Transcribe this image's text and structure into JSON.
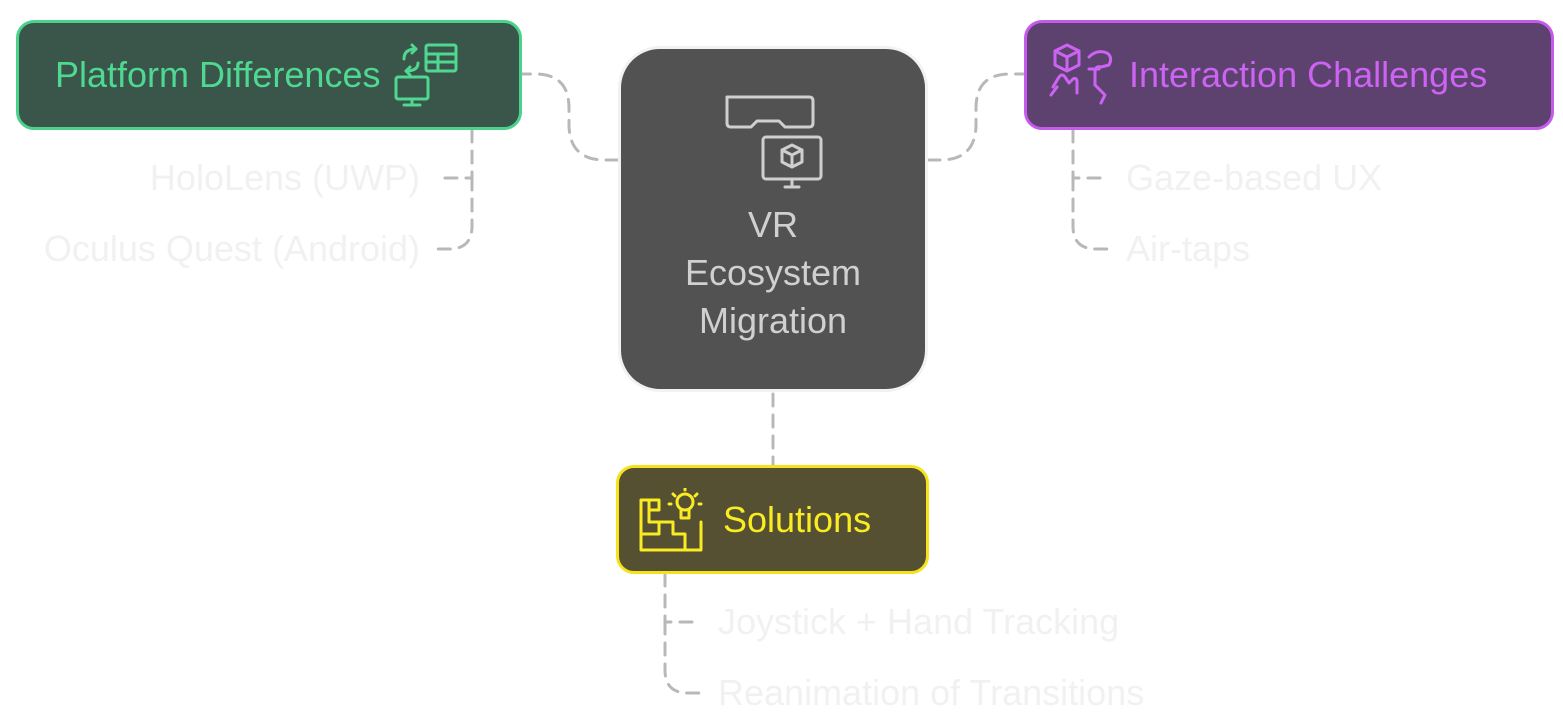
{
  "center": {
    "title": "VR\nEcosystem\nMigration",
    "icon": "vr-headset-screen-icon"
  },
  "branches": [
    {
      "id": "platform",
      "label": "Platform Differences",
      "icon": "device-switch-icon",
      "color": "#4bd28a",
      "fill": "#3a5549",
      "items": [
        "HoloLens (UWP)",
        "Oculus Quest (Android)"
      ]
    },
    {
      "id": "interaction",
      "label": "Interaction Challenges",
      "icon": "hand-interaction-icon",
      "color": "#c65aed",
      "fill": "#5d4270",
      "items": [
        "Gaze-based UX",
        "Air-taps"
      ]
    },
    {
      "id": "solutions",
      "label": "Solutions",
      "icon": "blueprint-idea-icon",
      "color": "#f4e31c",
      "fill": "#555031",
      "items": [
        "Joystick + Hand Tracking",
        "Reanimation of Transitions"
      ]
    }
  ],
  "connector_color": "#b8b8b8"
}
